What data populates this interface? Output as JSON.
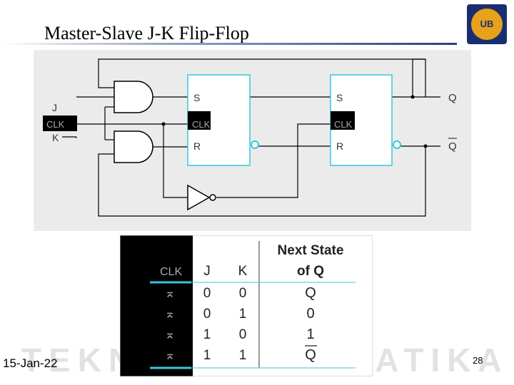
{
  "slide": {
    "title": "Master-Slave J-K Flip-Flop",
    "date": "15-Jan-22",
    "page_number": "28",
    "watermark": "TEKNIK INFORMATIKA"
  },
  "circuit": {
    "input_j": "J",
    "input_clk": "CLK",
    "input_k": "K",
    "master_s": "S",
    "master_clk": "CLK",
    "master_r": "R",
    "slave_s": "S",
    "slave_clk": "CLK",
    "slave_r": "R",
    "output_q": "Q",
    "output_q_bar": "Q"
  },
  "truth_table": {
    "clk_header": "CLK",
    "j_header": "J",
    "k_header": "K",
    "next_state_header_line1": "Next State",
    "next_state_header_line2": "of Q",
    "rows": [
      {
        "j": "0",
        "k": "0",
        "next": "Q",
        "overline": false
      },
      {
        "j": "0",
        "k": "1",
        "next": "0",
        "overline": false
      },
      {
        "j": "1",
        "k": "0",
        "next": "1",
        "overline": false
      },
      {
        "j": "1",
        "k": "1",
        "next": "Q",
        "overline": true
      }
    ]
  },
  "colors": {
    "accent_cyan": "#35c8dc",
    "panel_bg": "#ebebeb",
    "title_rule": "#2a3e86"
  }
}
